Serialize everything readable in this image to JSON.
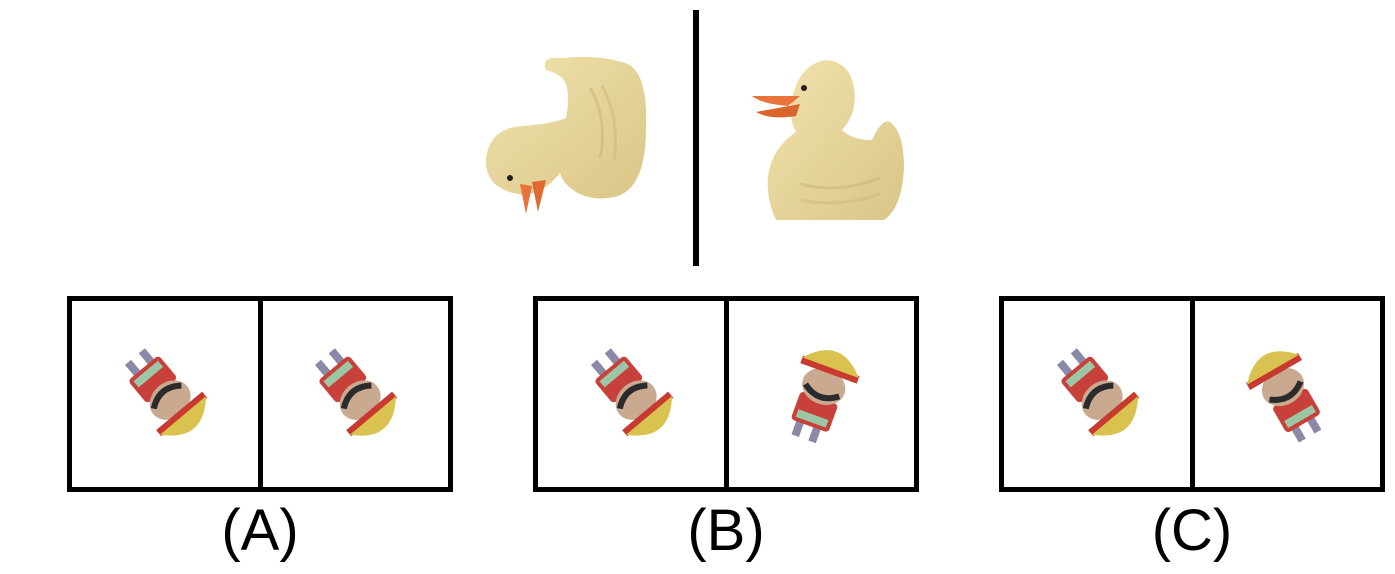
{
  "example": {
    "left_object": "rubber-duck-upside-down",
    "right_object": "rubber-duck-upright",
    "duck_color": "#e9d9a1",
    "beak_color": "#e8743a"
  },
  "options": [
    {
      "label": "(A)",
      "left_pose": "figure-rotated",
      "right_pose": "figure-rotated"
    },
    {
      "label": "(B)",
      "left_pose": "figure-rotated",
      "right_pose": "figure-flipped"
    },
    {
      "label": "(C)",
      "left_pose": "figure-rotated",
      "right_pose": "figure-flipped-alt"
    }
  ],
  "colors": {
    "border": "#000000",
    "hat_yellow": "#d9c24f",
    "hat_band": "#c83a2f",
    "jacket_red": "#c8403a",
    "skin": "#c9a98f",
    "hair": "#2b2b2b"
  }
}
